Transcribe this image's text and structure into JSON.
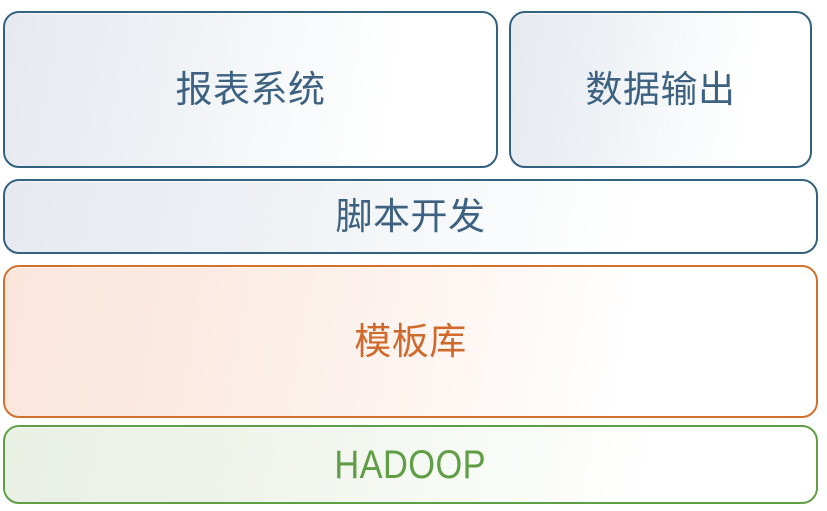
{
  "diagram": {
    "type": "layered-stack",
    "background_color": "#ffffff",
    "layers": [
      {
        "row_id": "top",
        "nodes": [
          {
            "id": "report-system",
            "label": "报表系统",
            "theme": "blue",
            "border_color": "#34617f",
            "text_color": "#3d6281",
            "fill_start": "#e6eaef",
            "fill_end": "#ffffff"
          },
          {
            "id": "data-output",
            "label": "数据输出",
            "theme": "blue",
            "border_color": "#34617f",
            "text_color": "#3d6281",
            "fill_start": "#e6eaef",
            "fill_end": "#ffffff"
          }
        ]
      },
      {
        "row_id": "script",
        "nodes": [
          {
            "id": "script-development",
            "label": "脚本开发",
            "theme": "blue",
            "border_color": "#34617f",
            "text_color": "#3d6281",
            "fill_start": "#e6eaef",
            "fill_end": "#ffffff"
          }
        ]
      },
      {
        "row_id": "template",
        "nodes": [
          {
            "id": "template-library",
            "label": "模板库",
            "theme": "orange",
            "border_color": "#d2702e",
            "text_color": "#cf6a2c",
            "fill_start": "#fbe6dc",
            "fill_end": "#ffffff"
          }
        ]
      },
      {
        "row_id": "platform",
        "nodes": [
          {
            "id": "hadoop",
            "label": "HADOOP",
            "theme": "green",
            "border_color": "#5f9e45",
            "text_color": "#5f9e45",
            "fill_start": "#e9f0e4",
            "fill_end": "#ffffff"
          }
        ]
      }
    ]
  }
}
